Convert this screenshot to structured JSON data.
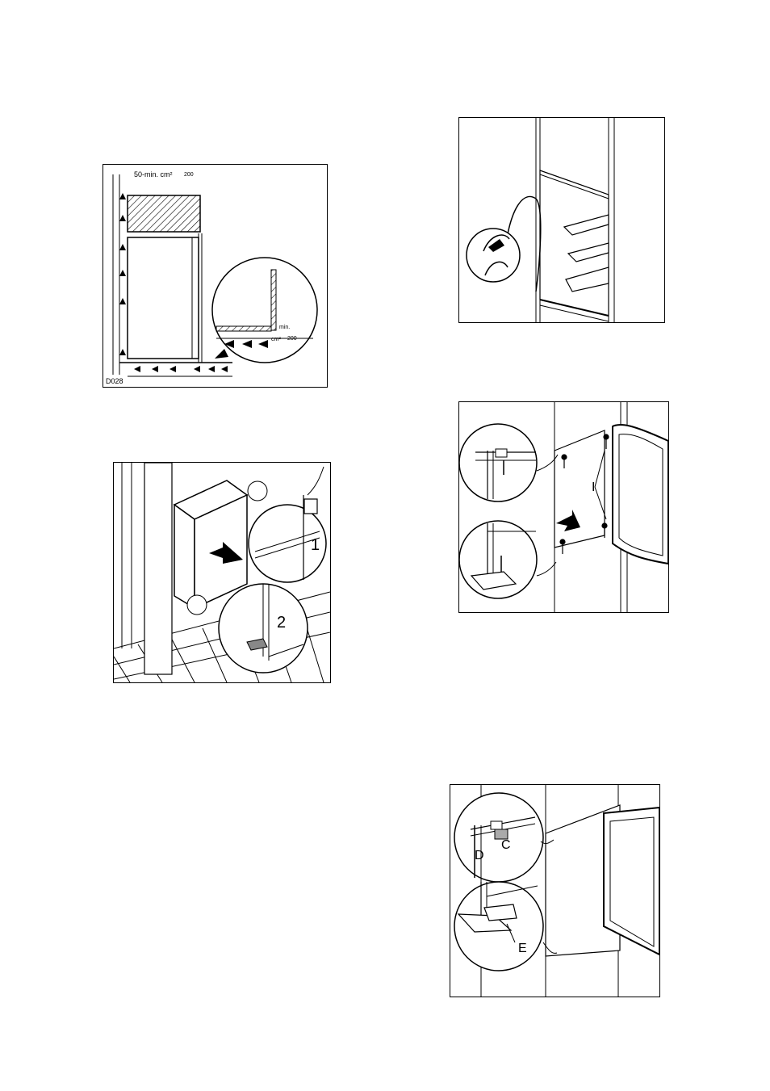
{
  "figures": {
    "ventilation": {
      "top_label": "50-min. cm²",
      "top_value": "200",
      "detail_min": "min.",
      "detail_label": "cm²",
      "detail_value": "200",
      "code": "D028"
    },
    "install": {
      "step1": "1",
      "step2": "2"
    },
    "door_reversal": {
      "label_i": "I"
    },
    "door_fixing": {
      "label_c": "C",
      "label_d": "D",
      "label_e": "E"
    }
  }
}
